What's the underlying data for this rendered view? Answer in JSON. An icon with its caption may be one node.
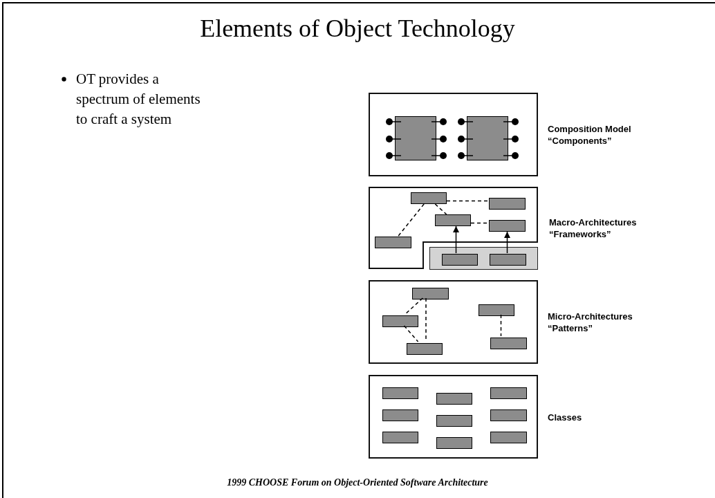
{
  "diagram": {
    "title": "Elements of Object Technology",
    "caption": "1999 CHOOSE Forum on Object-Oriented Software Architecture",
    "nodes": [
      {
        "text": [],
        "shape": "box",
        "beside": [
          "Composition Model",
          "“Components”"
        ]
      },
      {
        "text": [],
        "shape": "box",
        "in": 0
      },
      {
        "text": [],
        "shape": "box",
        "in": 0
      },
      {
        "text": [],
        "shape": "box",
        "beside": [
          "Macro-Architectures",
          "“Frameworks”"
        ]
      },
      {
        "text": [],
        "shape": "box",
        "in": 3
      },
      {
        "text": [],
        "shape": "box",
        "in": 3
      },
      {
        "text": [],
        "shape": "box",
        "in": 3
      },
      {
        "text": [],
        "shape": "box",
        "in": 3
      },
      {
        "text": [],
        "shape": "box",
        "in": 3
      },
      {
        "text": [],
        "shape": "box"
      },
      {
        "text": [],
        "shape": "box",
        "in": 9
      },
      {
        "text": [],
        "shape": "box",
        "in": 9
      },
      {
        "text": [],
        "shape": "box",
        "beside": [
          "Micro-Architectures",
          "“Patterns”"
        ]
      },
      {
        "text": [],
        "shape": "box",
        "in": 12
      },
      {
        "text": [],
        "shape": "box",
        "in": 12
      },
      {
        "text": [],
        "shape": "box",
        "in": 12
      },
      {
        "text": [],
        "shape": "box",
        "in": 12
      },
      {
        "text": [],
        "shape": "box",
        "in": 12
      },
      {
        "text": [],
        "shape": "box",
        "beside": [
          "Classes"
        ]
      },
      {
        "text": [],
        "shape": "box",
        "in": 18
      },
      {
        "text": [],
        "shape": "box",
        "in": 18
      },
      {
        "text": [],
        "shape": "box",
        "in": 18
      },
      {
        "text": [],
        "shape": "box",
        "in": 18
      },
      {
        "text": [],
        "shape": "box",
        "in": 18
      },
      {
        "text": [],
        "shape": "box",
        "in": 18
      },
      {
        "text": [],
        "shape": "box",
        "in": 18
      },
      {
        "text": [],
        "shape": "box",
        "in": 18
      },
      {
        "text": [],
        "shape": "box",
        "in": 18
      }
    ],
    "edges": [
      {
        "from": 4,
        "to": 5,
        "arrow": "none",
        "style": "dashed"
      },
      {
        "from": 4,
        "to": 6,
        "arrow": "none",
        "style": "dashed"
      },
      {
        "from": 4,
        "to": 8,
        "arrow": "none",
        "style": "dashed"
      },
      {
        "from": 6,
        "to": 7,
        "arrow": "none",
        "style": "dashed"
      },
      {
        "from": 10,
        "to": 6,
        "arrow": "to"
      },
      {
        "from": 11,
        "to": 7,
        "arrow": "to"
      },
      {
        "from": 13,
        "to": 14,
        "arrow": "none",
        "style": "dashed"
      },
      {
        "from": 13,
        "to": 15,
        "arrow": "none",
        "style": "dashed"
      },
      {
        "from": 14,
        "to": 15,
        "arrow": "none",
        "style": "dashed"
      },
      {
        "from": 16,
        "to": 17,
        "arrow": "none",
        "style": "dashed"
      }
    ],
    "labels": [
      "OT provides a spectrum of elements to craft a system"
    ]
  }
}
